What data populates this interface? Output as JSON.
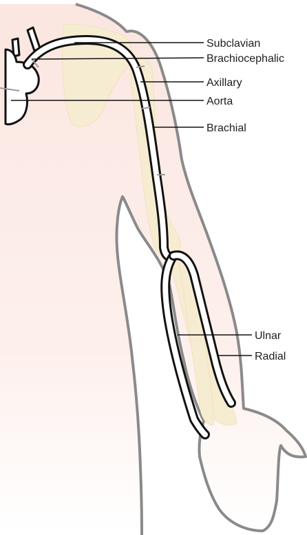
{
  "labels": {
    "subclavian": "Subclavian",
    "brachiocephalic": "Brachiocephalic",
    "axillary": "Axillary",
    "aorta": "Aorta",
    "brachial": "Brachial",
    "ulnar": "Ulnar",
    "radial": "Radial"
  },
  "colors": {
    "skin_outline": "#8a8a8a",
    "skin_fill": "#fbe9e4",
    "bone_fill": "#f6ecd2",
    "vessel_outline": "#111111",
    "vessel_lumen": "#ffffff",
    "leader_line": "#111111"
  }
}
